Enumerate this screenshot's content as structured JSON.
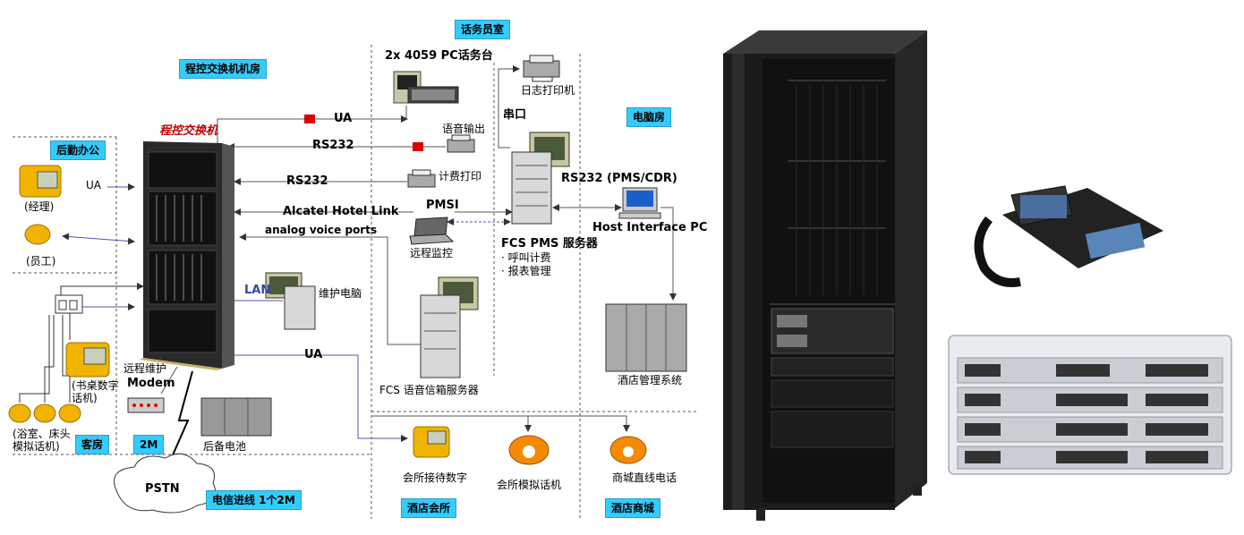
{
  "zones": {
    "pbx_room": "程控交换机机房",
    "operator_room": "话务员室",
    "computer_room": "电脑房",
    "logistics_office": "后勤办公",
    "guest_room": "客房",
    "line_2m": "2M",
    "telecom_trunk": "电信进线 1个2M",
    "club": "酒店会所",
    "mall": "酒店商城"
  },
  "labels": {
    "pbx": "程控交换机",
    "console": "2x 4059 PC话务台",
    "log_printer": "日志打印机",
    "serial": "串口",
    "voice_out": "语音输出",
    "billing_printer": "计费打印",
    "ua_top": "UA",
    "rs232_a": "RS232",
    "rs232_b": "RS232",
    "hotel_link": "Alcatel Hotel Link",
    "analog_ports": "analog voice ports",
    "pmsi": "PMSI",
    "remote_monitor": "远程监控",
    "fcs_pms": "FCS PMS 服务器",
    "fcs_bill": "· 呼叫计费",
    "fcs_report": "· 报表管理",
    "rs232_pms": "RS232 (PMS/CDR)",
    "host_pc": "Host Interface PC",
    "lan": "LAN",
    "maint_pc": "维护电脑",
    "voicemail": "FCS 语音信箱服务器",
    "hotel_mgmt": "酒店管理系统",
    "ua_left": "UA",
    "manager": "(经理)",
    "staff": "(员工)",
    "desk_phone": "(书桌数字话机)",
    "bath_phone": "(浴室、床头模拟话机)",
    "remote_maint": "远程维护",
    "modem": "Modem",
    "ua_bottom": "UA",
    "battery": "后备电池",
    "pstn": "PSTN",
    "club_digital": "会所接待数字",
    "club_analog": "会所模拟话机",
    "mall_phone": "商城直线电话"
  },
  "colors": {
    "zone_label_bg": "#33ccff",
    "link_line": "#5555aa",
    "red_marker": "#dd0000",
    "phone_yellow": "#f0b400",
    "phone_orange": "#f58a00",
    "rack_dark": "#1b1b1b"
  },
  "icons": [
    "phone-icon",
    "printer-icon",
    "server-icon",
    "monitor-icon",
    "modem-icon",
    "battery-icon",
    "cloud-icon",
    "rack-icon",
    "ip-phone-icon",
    "pbx-chassis-icon"
  ]
}
